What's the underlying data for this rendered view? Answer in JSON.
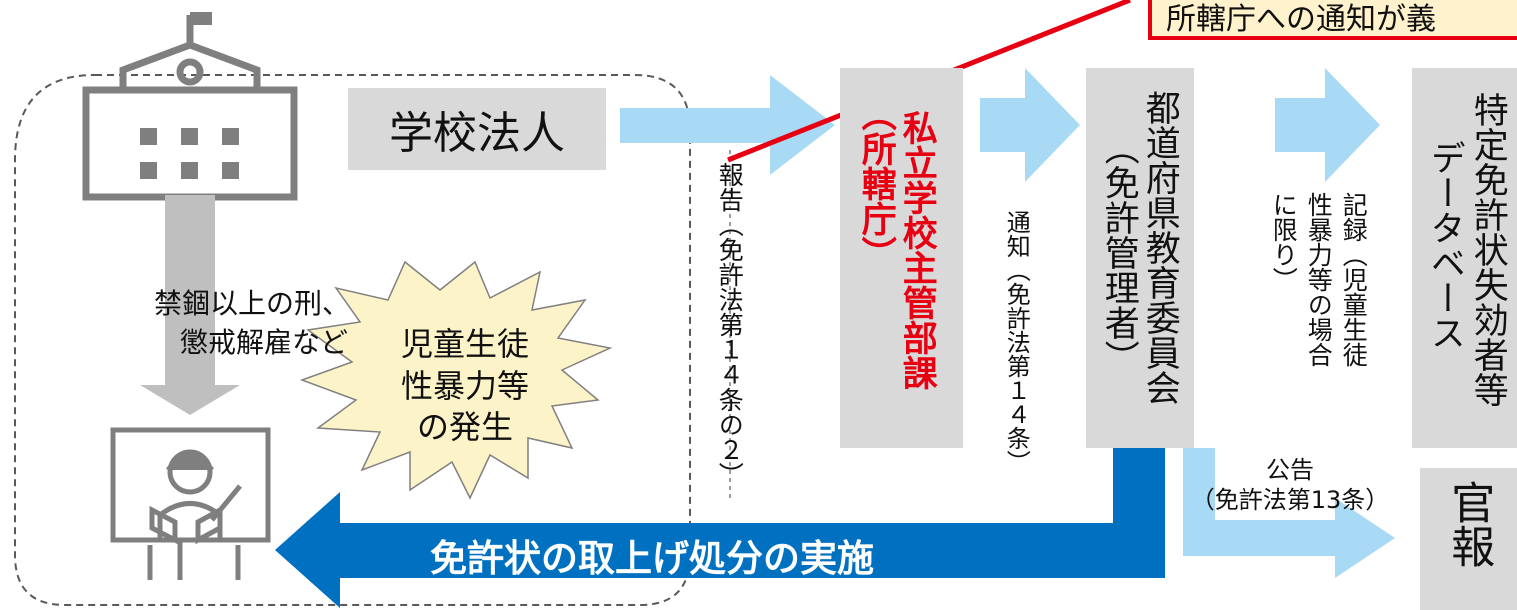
{
  "callout": {
    "text": "所轄庁への通知が義"
  },
  "school_corp": {
    "label": "学校法人"
  },
  "report": {
    "label": "報告（免許法第１４条の２）"
  },
  "private_dept": {
    "line1": "私立学校主管部課",
    "line2": "（所轄庁）"
  },
  "notice": {
    "label": "通知（免許法第１４条）"
  },
  "prefecture": {
    "line1": "都道府県教育委員会",
    "line2": "（免許管理者）"
  },
  "record": {
    "line1": "記録（児童生徒",
    "line2": "性暴力等の場合",
    "line3": "に限り）"
  },
  "database": {
    "line1": "特定免許状失効者等",
    "line2": "データベース"
  },
  "penalty": {
    "line1": "禁錮以上の刑、",
    "line2": "懲戒解雇など"
  },
  "burst": {
    "line1": "児童生徒",
    "line2": "性暴力等",
    "line3": "の発生"
  },
  "announce": {
    "line1": "公告",
    "line2": "（免許法第13条）"
  },
  "gazette": {
    "label": "官報"
  },
  "revocation": {
    "label": "免許状の取上げ処分の実施"
  },
  "colors": {
    "light_blue": "#a9daf5",
    "dark_blue": "#0070c0",
    "grey_box": "#d9d9d9",
    "red": "#e60012",
    "callout_fill": "#fff2cc",
    "burst_fill": "#fdf3c8"
  }
}
